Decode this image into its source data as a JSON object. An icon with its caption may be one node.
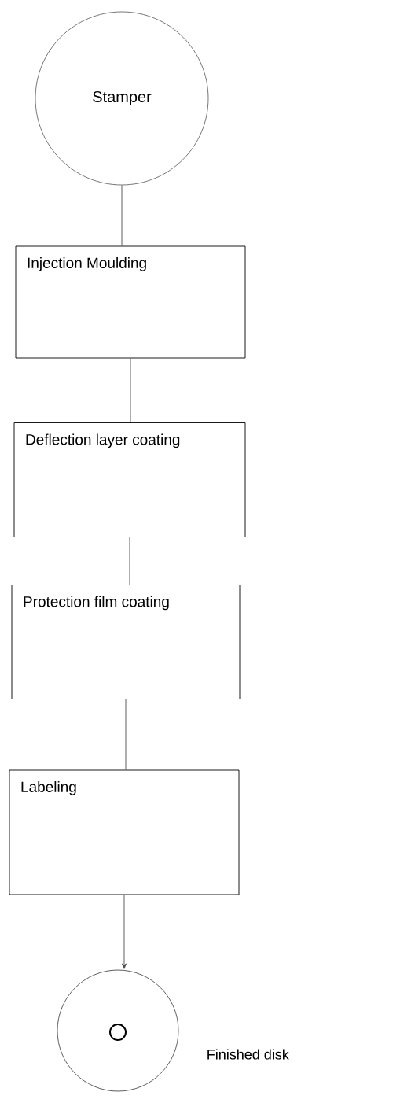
{
  "diagram": {
    "nodes": [
      {
        "text": [
          "Stamper"
        ]
      },
      {
        "text": [
          "Injection Moulding"
        ]
      },
      {
        "text": [
          "Deflection layer coating"
        ]
      },
      {
        "text": [
          "Protection film coating"
        ]
      },
      {
        "text": [
          "Labeling"
        ]
      },
      {
        "text": [],
        "shape": "circle",
        "beside": [
          "Finished disk"
        ]
      }
    ],
    "edges": [
      {
        "from": 0,
        "to": 1,
        "arrow": "none"
      },
      {
        "from": 1,
        "to": 2,
        "arrow": "none"
      },
      {
        "from": 2,
        "to": 3,
        "arrow": "none"
      },
      {
        "from": 3,
        "to": 4,
        "arrow": "none"
      },
      {
        "from": 4,
        "to": 5,
        "arrow": "to"
      }
    ]
  }
}
